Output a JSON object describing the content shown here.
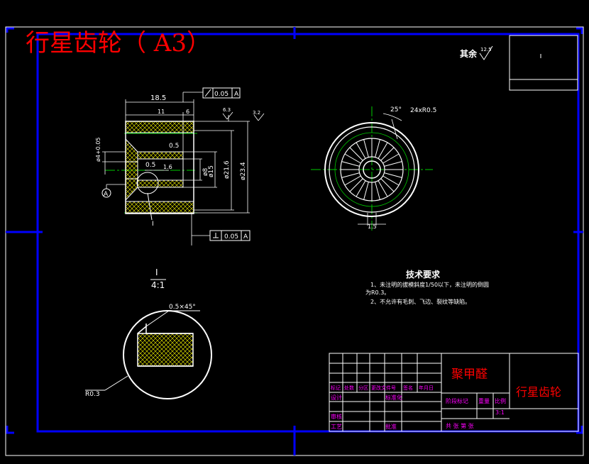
{
  "drawing": {
    "title": "行星齿轮（ A3）",
    "surface_note_label": "其余",
    "surface_note_value": "12.5"
  },
  "front_view": {
    "dims": {
      "overall_length": "18.5",
      "length_11": "11",
      "length_6": "6",
      "tol_frame_top": "0.05",
      "tol_frame_top_datum": "A",
      "rough_a": "6.3",
      "rough_b": "3.2",
      "dia_4": "ø4+0.05",
      "dia_05a": "0.5",
      "dia_05b": "0.5",
      "dia_16": "1.6",
      "dia_8": "ø8",
      "dia_15": "ø15",
      "dia_216": "ø21.6",
      "dia_234": "ø23.4",
      "detail_marker": "I",
      "datum_label": "A",
      "tol_frame_bottom": "0.05",
      "tol_frame_bottom_datum": "A"
    }
  },
  "side_view": {
    "angle_label": "25°",
    "teeth_label": "24xR0.5",
    "width_label": "1.5"
  },
  "detail": {
    "id": "I",
    "scale": "4:1",
    "chamfer": "0.5×45°",
    "radius": "R0.3"
  },
  "tech_req": {
    "title": "技术要求",
    "line1": "1、未注明的拔模斜度1/50以下，未注明的倒圆",
    "line1b": "为R0.3。",
    "line2": "2、不允许有毛刺、飞边、裂纹等缺陷。"
  },
  "title_block": {
    "material": "聚甲醛",
    "part_name": "行星齿轮",
    "row_labels": [
      "标记",
      "处数",
      "分区",
      "更改文件号",
      "签名",
      "年月日"
    ],
    "design": "设计",
    "standard": "标准化",
    "stage_mark": "阶段标记",
    "weight": "重量",
    "scale_label": "比例",
    "scale_value": "3:1",
    "check": "审核",
    "process": "工艺",
    "approve": "批准",
    "sheets": "共 张  第 张"
  },
  "colors": {
    "frame": "#0000ff",
    "line": "#ffffff",
    "center": "#00cc00",
    "dim": "#ffffff",
    "hatch": "#ffff00",
    "red": "#ff0000",
    "magenta": "#ff00ff"
  }
}
